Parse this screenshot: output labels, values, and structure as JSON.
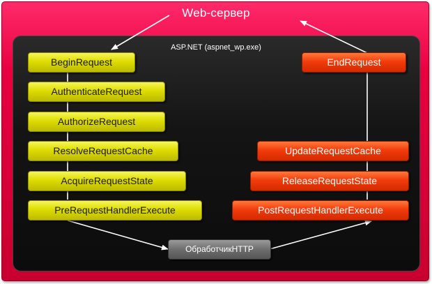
{
  "web_server": {
    "title": "Web-сервер"
  },
  "aspnet": {
    "title": "ASP.NET (aspnet_wp.exe)"
  },
  "request_events": [
    "BeginRequest",
    "AuthenticateRequest",
    "AuthorizeRequest",
    "ResolveRequestCache",
    "AcquireRequestState",
    "PreRequestHandlerExecute"
  ],
  "response_events": [
    "EndRequest",
    "UpdateRequestCache",
    "ReleaseRequestState",
    "PostRequestHandlerExecute"
  ],
  "handler": {
    "label": "ОбработчикHTTP"
  },
  "colors": {
    "server": "#e8003f",
    "request_event": "#dedc00",
    "response_event": "#f23c0c",
    "handler": "#6e6e6e"
  }
}
